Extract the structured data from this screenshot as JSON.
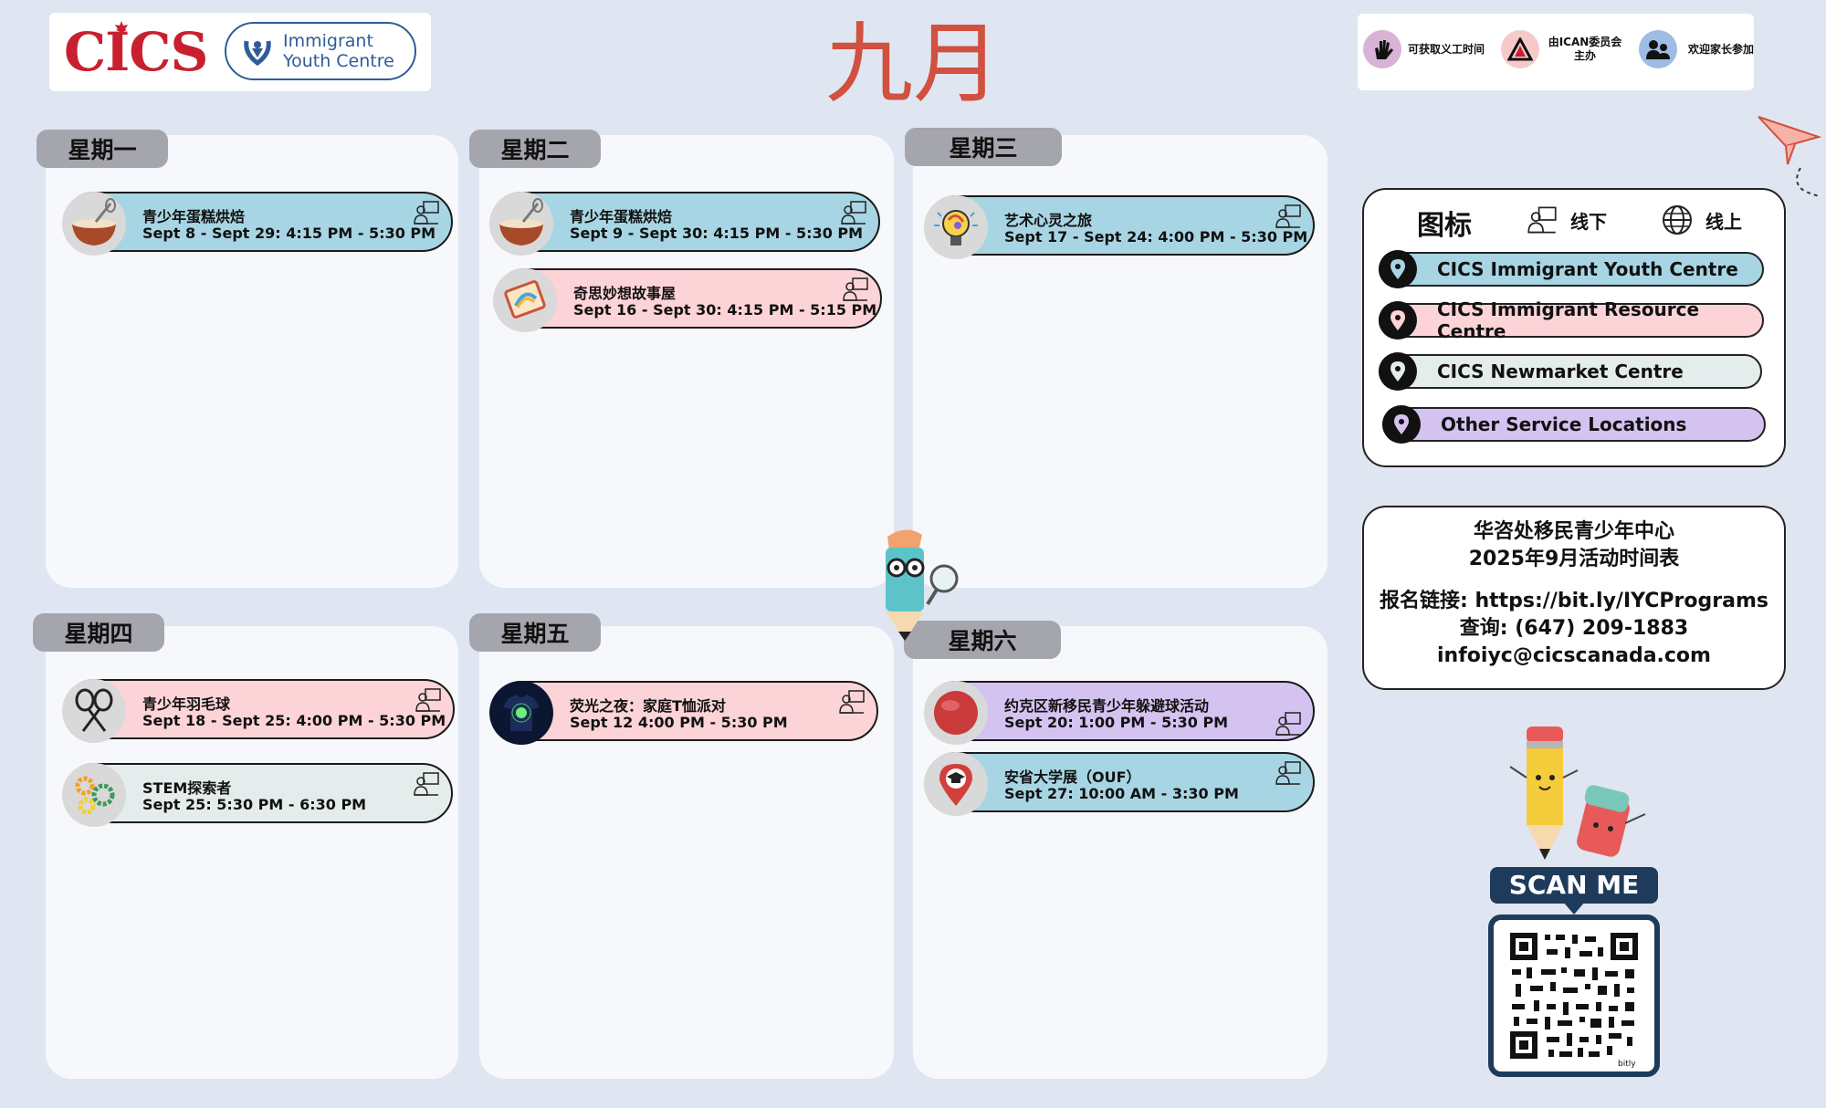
{
  "logo": {
    "org": "CICS",
    "centre_line1": "Immigrant",
    "centre_line2": "Youth Centre"
  },
  "month_title": "九月",
  "top_legend": [
    {
      "label": "可获取义工时间",
      "icon": "raised-hand-icon",
      "color": "#d9b3d6"
    },
    {
      "label": "由ICAN委员会主办",
      "icon": "ican-logo-icon",
      "color": "#f7c9c9"
    },
    {
      "label": "欢迎家长参加",
      "icon": "family-icon",
      "color": "#9ebde6"
    }
  ],
  "days": {
    "mon": "星期一",
    "tue": "星期二",
    "wed": "星期三",
    "thu": "星期四",
    "fri": "星期五",
    "sat": "星期六"
  },
  "events": {
    "mon_1": {
      "title": "青少年蛋糕烘焙",
      "time": "Sept 8 - Sept 29: 4:15 PM - 5:30 PM",
      "icon": "mixing-bowl-icon"
    },
    "tue_1": {
      "title": "青少年蛋糕烘焙",
      "time": "Sept 9 - Sept 30: 4:15 PM - 5:30 PM",
      "icon": "mixing-bowl-icon"
    },
    "tue_2": {
      "title": "奇思妙想故事屋",
      "time": "Sept 16 - Sept 30: 4:15 PM - 5:15 PM",
      "icon": "storybook-icon"
    },
    "wed_1": {
      "title": "艺术心灵之旅",
      "time": "Sept 17 - Sept 24: 4:00 PM - 5:30 PM",
      "icon": "lightbulb-art-icon"
    },
    "thu_1": {
      "title": "青少年羽毛球",
      "time": "Sept 18 - Sept 25: 4:00 PM - 5:30 PM",
      "icon": "badminton-icon"
    },
    "thu_2": {
      "title": "STEM探索者",
      "time": "Sept 25: 5:30 PM - 6:30 PM",
      "icon": "gears-icon"
    },
    "fri_1": {
      "title": "荧光之夜：家庭T恤派对",
      "time": "Sept 12 4:00 PM - 5:30 PM",
      "icon": "glow-tshirt-icon"
    },
    "sat_1": {
      "title": "约克区新移民青少年躲避球活动",
      "time": "Sept 20: 1:00 PM - 5:30 PM",
      "icon": "dodgeball-icon"
    },
    "sat_2": {
      "title": "安省大学展（OUF）",
      "time": "Sept 27: 10:00 AM - 3:30 PM",
      "icon": "graduation-pin-icon"
    }
  },
  "legend": {
    "title": "图标",
    "offline": "线下",
    "online": "线上",
    "locations": [
      {
        "label": "CICS Immigrant Youth Centre",
        "color": "#a8d5e4"
      },
      {
        "label": "CICS Immigrant Resource Centre",
        "color": "#fcd4d8"
      },
      {
        "label": "CICS Newmarket Centre",
        "color": "#e5ecec"
      },
      {
        "label": "Other Service Locations",
        "color": "#d4c3f1"
      }
    ]
  },
  "info": {
    "line1": "华咨处移民青少年中心",
    "line2": "2025年9月活动时间表",
    "register": "报名链接: https://bit.ly/IYCPrograms",
    "phone": "查询: (647) 209-1883",
    "email": "infoiyc@cicscanada.com"
  },
  "qr": {
    "scan_label": "SCAN ME",
    "brand": "bitly"
  }
}
